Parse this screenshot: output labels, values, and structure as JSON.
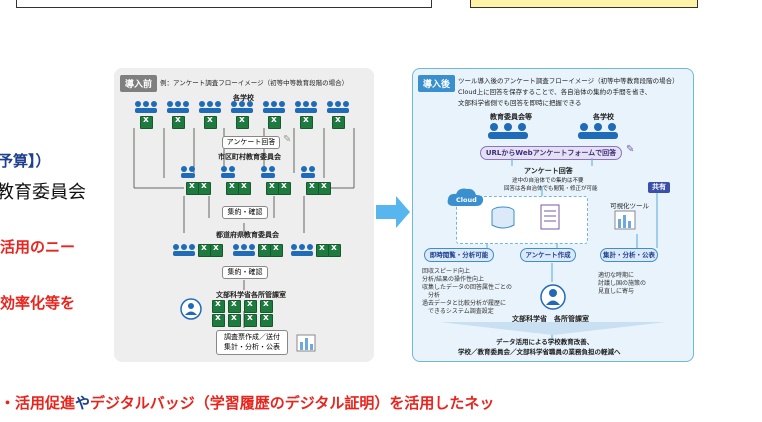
{
  "before": {
    "tag": "導入前",
    "title": "例：アンケート調査フローイメージ（初等中等教育段階の場合）",
    "schools_label": "各学校",
    "answer_box": "アンケート回答",
    "municipal_label": "市区町村教育委員会",
    "aggregate_box_1": "集約・確認",
    "prefecture_label": "都道府県教育委員会",
    "aggregate_box_2": "集約・確認",
    "ministry_label": "文部科学省各所管課室",
    "report_box": "調査票作成／送付\n集計・分析・公表"
  },
  "after": {
    "tag": "導入後",
    "title_lines": [
      "ツール導入後のアンケート調査フローイメージ（初等中等教育段階の場合）",
      "Cloud上に回答を保存することで、各自治体の集約の手間を省き、",
      "文部科学省側でも回答を即時に把握できる"
    ],
    "board_label": "教育委員会等",
    "schools_label": "各学校",
    "web_form_pill": "URLからWebアンケートフォームで回答",
    "share_badge": "共有",
    "answer_data_title": "アンケート回答",
    "answer_data_lines": [
      "途中の自治体での集約は不要",
      "回答は各自治体でも閲覧・修正が可能"
    ],
    "cloud_label": "Cloud",
    "viz_label": "可視化ツール",
    "pill_instant": "即時閲覧・分析可能",
    "pill_create": "アンケート作成",
    "pill_aggregate": "集計・分析・公表",
    "bullets_left": [
      "回収スピード向上",
      "分析/結果の操作性向上",
      "収集したデータの回答属性ごとの",
      "分析",
      "過去データと比較分析が履歴に",
      "できるシステム調査設定"
    ],
    "bullets_right": [
      "適切な時期に",
      "討議し国の施策の",
      "見直しに寄与"
    ],
    "ministry_label": "文部科学省　各所管課室",
    "result_lines": [
      "データ活用による学校教育改善、",
      "学校／教育委員会／文部科学省職員の業務負担の軽減へ"
    ]
  },
  "side_left": {
    "line1": "予算】）",
    "line2": "教育委員会",
    "line3": "活用のニー",
    "line4": "効率化等を"
  },
  "bottom_banner": {
    "part1": "・活用促進",
    "part2": "や",
    "part3": "デジタルバッジ（学習履歴のデジタル証明）を活用したネッ"
  },
  "colors": {
    "before_bg": "#eeeeee",
    "before_tag": "#7f7f7f",
    "after_bg": "#e8f3fb",
    "after_border": "#6fb6e3",
    "after_tag": "#3a8fcf",
    "arrow": "#58b6ef",
    "pill_purple": "#e6e0f3",
    "pill_blue": "#dbe9f8",
    "accent_red": "#e8241c",
    "accent_navy": "#1f3f8f",
    "top_box_fill": "#fff3a8"
  }
}
